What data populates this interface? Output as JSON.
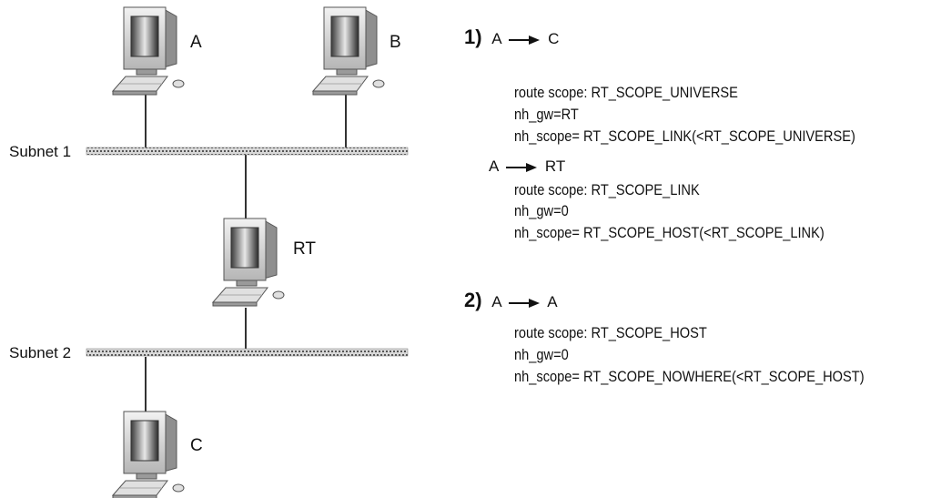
{
  "network": {
    "hosts": [
      {
        "id": "A",
        "label": "A"
      },
      {
        "id": "B",
        "label": "B"
      },
      {
        "id": "RT",
        "label": "RT"
      },
      {
        "id": "C",
        "label": "C"
      }
    ],
    "subnets": [
      {
        "label": "Subnet 1"
      },
      {
        "label": "Subnet 2"
      }
    ]
  },
  "notes": {
    "case1": {
      "number": "1)",
      "route1": {
        "src": "A",
        "dst": "C",
        "lines": [
          "route scope: RT_SCOPE_UNIVERSE",
          "nh_gw=RT",
          "nh_scope= RT_SCOPE_LINK(<RT_SCOPE_UNIVERSE)"
        ]
      },
      "route2": {
        "src": "A",
        "dst": "RT",
        "lines": [
          "route scope: RT_SCOPE_LINK",
          "nh_gw=0",
          "nh_scope= RT_SCOPE_HOST(<RT_SCOPE_LINK)"
        ]
      }
    },
    "case2": {
      "number": "2)",
      "route1": {
        "src": "A",
        "dst": "A",
        "lines": [
          "route scope: RT_SCOPE_HOST",
          "nh_gw=0",
          "nh_scope= RT_SCOPE_NOWHERE(<RT_SCOPE_HOST)"
        ]
      }
    }
  }
}
